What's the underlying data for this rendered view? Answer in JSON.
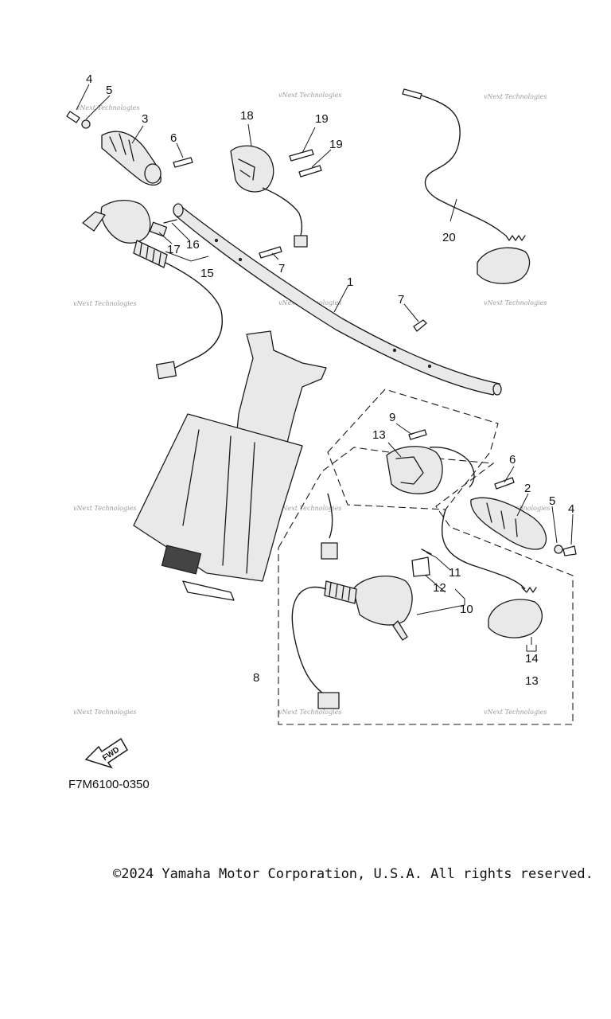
{
  "diagram": {
    "code": "F7M6100-0350",
    "watermark": "vNext Technologies",
    "fwd_label": "FWD",
    "callouts": [
      "1",
      "2",
      "3",
      "4",
      "4",
      "5",
      "5",
      "6",
      "6",
      "7",
      "7",
      "8",
      "9",
      "10",
      "11",
      "12",
      "13",
      "13",
      "14",
      "15",
      "16",
      "17",
      "18",
      "19",
      "19",
      "20"
    ]
  },
  "footer": {
    "copyright": "©2024 Yamaha Motor Corporation, U.S.A. All rights reserved."
  }
}
